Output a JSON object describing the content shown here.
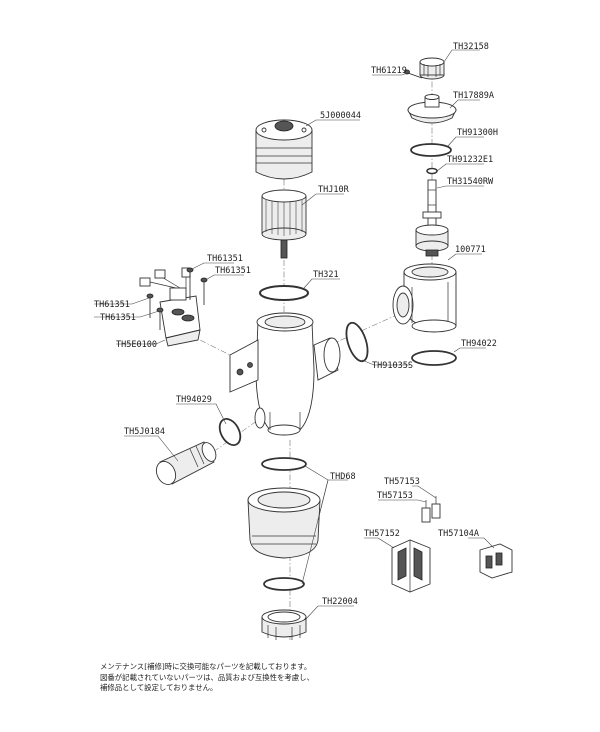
{
  "labels": {
    "th32158": "TH32158",
    "th61219": "TH61219",
    "th17889a": "TH17889A",
    "th91300h": "TH91300H",
    "th91232e1": "TH91232E1",
    "th31540rw": "TH31540RW",
    "p100771": "100771",
    "th94022": "TH94022",
    "p5j000044": "5J000044",
    "thj10r": "THJ10R",
    "th321": "TH321",
    "th61351_a": "TH61351",
    "th61351_b": "TH61351",
    "th61351_c": "TH61351",
    "th61351_d": "TH61351",
    "th5e0100": "TH5E0100",
    "th91035s": "TH91035S",
    "th94029": "TH94029",
    "th5j0184": "TH5J0184",
    "thd68": "THD68",
    "th22004": "TH22004",
    "th57153_a": "TH57153",
    "th57153_b": "TH57153",
    "th57152": "TH57152",
    "th57104a": "TH57104A"
  },
  "notes": {
    "line1": "メンテナンス[補修]時に交換可能なパーツを記載しております。",
    "line2": "図番が記載されていないパーツは、品質および互換性を考慮し、",
    "line3": "補修品として設定しておりません。"
  }
}
